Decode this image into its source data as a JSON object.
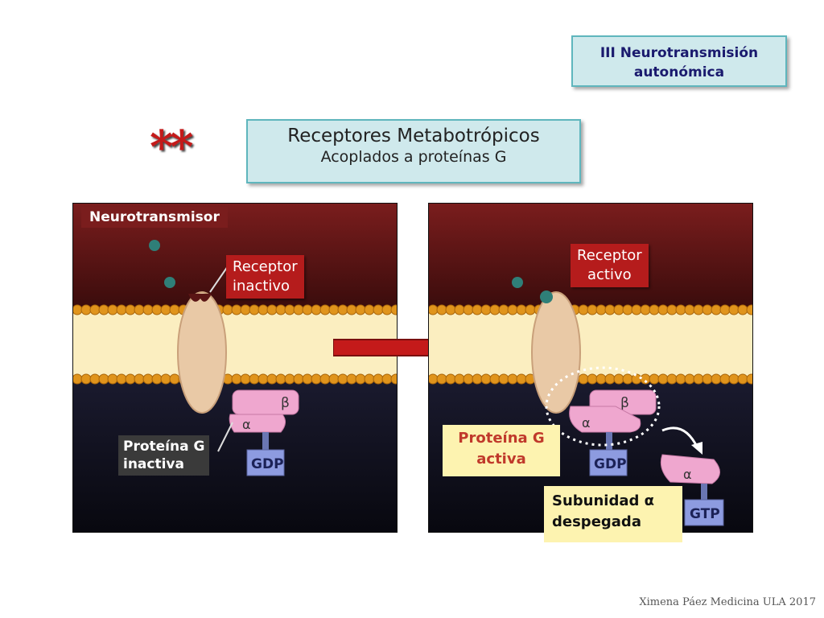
{
  "section_title": {
    "line1": "III Neurotransmisión",
    "line2": "autonómica"
  },
  "main_title": {
    "line1": "Receptores Metabotrópicos",
    "line2": "Acoplados a proteínas G"
  },
  "stars": "**",
  "left_panel": {
    "neurotransmitter_label": "Neurotransmisor",
    "receptor_label": {
      "line1": "Receptor",
      "line2": "inactivo"
    },
    "gprotein_label": {
      "line1": "Proteína G",
      "line2": "inactiva"
    },
    "gdp": "GDP",
    "beta": "β",
    "alpha": "α"
  },
  "right_panel": {
    "receptor_label": {
      "line1": "Receptor",
      "line2": "activo"
    },
    "gprotein_label": {
      "line1": "Proteína G",
      "line2": "activa"
    },
    "subunit_label": {
      "line1": "Subunidad α",
      "line2": "despegada"
    },
    "gdp": "GDP",
    "gtp": "GTP",
    "beta": "β",
    "alpha": "α"
  },
  "footer": "Ximena Páez Medicina ULA 2017",
  "colors": {
    "teal_box": "#cfe9ec",
    "teal_border": "#5fb6bd",
    "red_label": "#b51c1c",
    "yellow_label": "#fdf3b0",
    "star_red": "#c41a1a"
  }
}
